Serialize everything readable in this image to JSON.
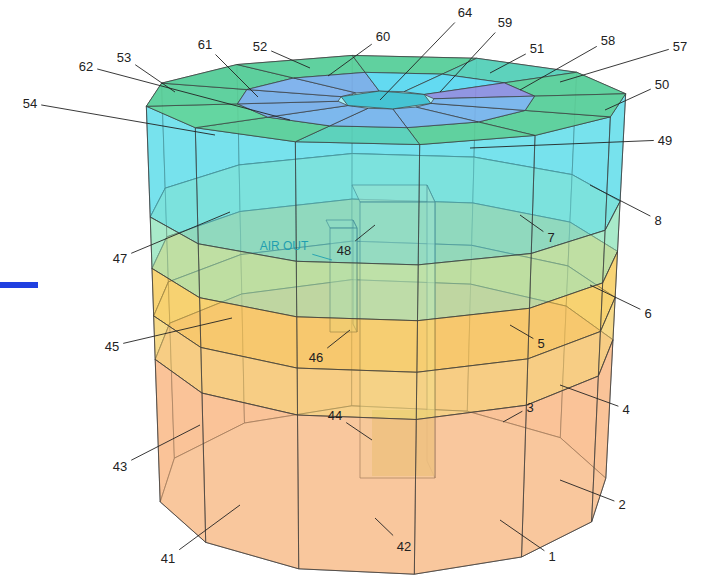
{
  "diagram": {
    "labels": [
      "64",
      "59",
      "61",
      "52",
      "60",
      "58",
      "57",
      "53",
      "51",
      "62",
      "50",
      "54",
      "49",
      "8",
      "7",
      "47",
      "AIR OUT",
      "48",
      "6",
      "45",
      "5",
      "46",
      "4",
      "3",
      "44",
      "43",
      "2",
      "41",
      "42",
      "1"
    ]
  }
}
